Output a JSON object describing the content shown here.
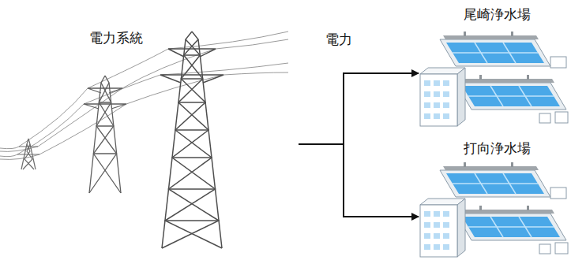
{
  "diagram": {
    "nodes": [
      {
        "text": [
          "電力系統"
        ]
      },
      {
        "text": [
          "尾崎浄水場"
        ]
      },
      {
        "text": [
          "打向浄水場"
        ]
      }
    ],
    "edges": [
      {
        "from": 0,
        "to": 1,
        "arrow": "to",
        "label": "電力"
      },
      {
        "from": 0,
        "to": 2,
        "arrow": "to"
      }
    ]
  }
}
